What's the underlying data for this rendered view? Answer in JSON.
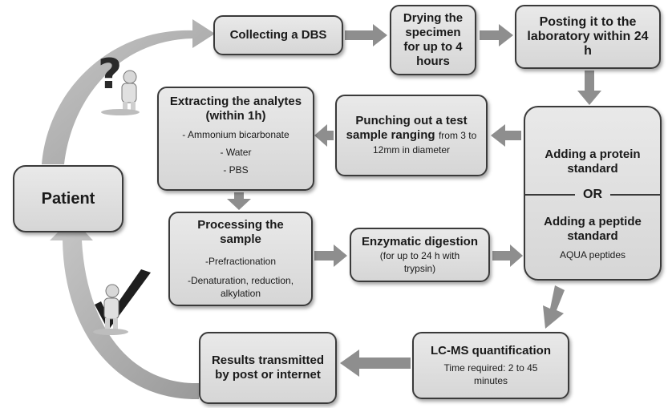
{
  "patient": {
    "label": "Patient"
  },
  "collect": {
    "label": "Collecting a DBS"
  },
  "drying": {
    "label": "Drying the specimen for up to 4 hours"
  },
  "posting": {
    "label": "Posting it to the laboratory within 24 h"
  },
  "extract": {
    "title": "Extracting the analytes (within 1h)",
    "items": [
      "- Ammonium bicarbonate",
      "- Water",
      "- PBS"
    ]
  },
  "punch": {
    "title": "Punching out a test sample ranging",
    "detail": "from 3 to 12mm in diameter"
  },
  "standard": {
    "protein": "Adding a protein standard",
    "or": "OR",
    "peptide": "Adding a peptide standard",
    "peptide_note": "AQUA peptides"
  },
  "process": {
    "title": "Processing the sample",
    "items": [
      "-Prefractionation",
      "-Denaturation, reduction, alkylation"
    ]
  },
  "enzyme": {
    "title": "Enzymatic digestion",
    "detail": "(for up to 24 h with trypsin)"
  },
  "lcms": {
    "title": "LC-MS quantification",
    "detail": "Time required: 2 to 45 minutes"
  },
  "results": {
    "label": "Results transmitted by post or internet"
  }
}
